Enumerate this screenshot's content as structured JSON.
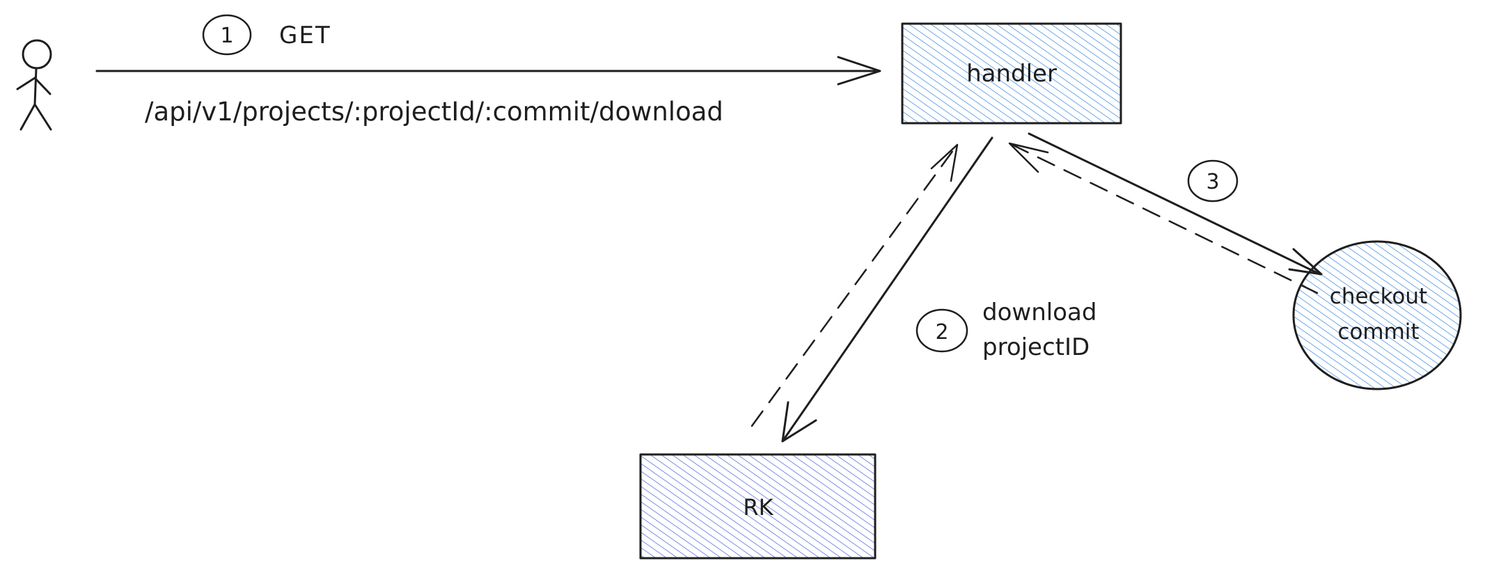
{
  "diagram": {
    "actor": {
      "icon": "stick-figure-user-icon"
    },
    "steps": [
      {
        "number": "1",
        "text": "GET"
      },
      {
        "number": "2",
        "text_line1": "download",
        "text_line2": "projectID"
      },
      {
        "number": "3"
      }
    ],
    "route": "/api/v1/projects/:projectId/:commit/download",
    "nodes": {
      "handler": {
        "label": "handler",
        "fill": "#4a90e2",
        "shape": "rectangle"
      },
      "rk": {
        "label": "RK",
        "fill": "#5b6fe0",
        "shape": "rectangle"
      },
      "checkout": {
        "label_line1": "checkout",
        "label_line2": "commit",
        "fill": "#4a90e2",
        "shape": "ellipse"
      }
    },
    "colors": {
      "ink": "#1e1e1e",
      "hatch_blue": "#4a90e2",
      "hatch_indigo": "#5b6fe0"
    }
  }
}
